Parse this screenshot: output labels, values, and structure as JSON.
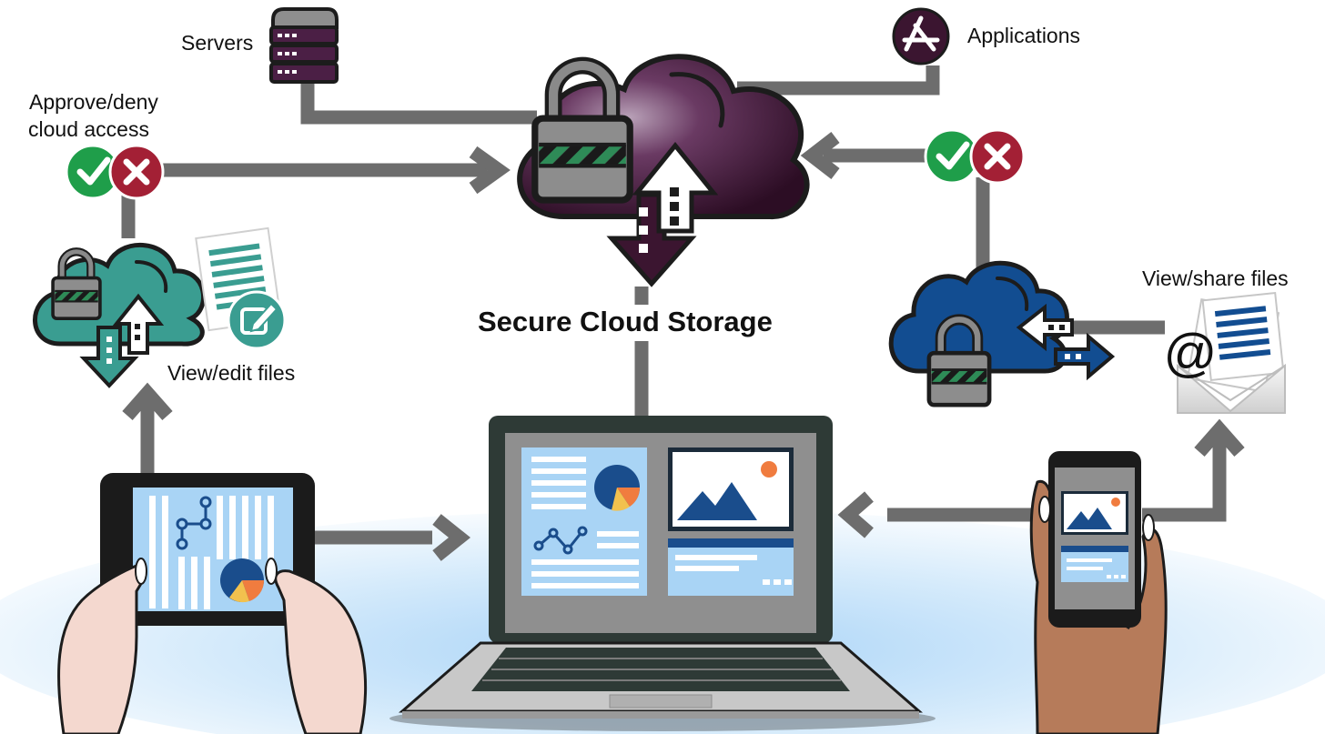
{
  "labels": {
    "servers": "Servers",
    "applications": "Applications",
    "approve_deny_line1": "Approve/deny",
    "approve_deny_line2": "cloud access",
    "secure_cloud_storage": "Secure Cloud Storage",
    "view_edit_files": "View/edit files",
    "view_share_files": "View/share files",
    "email_symbol": "@"
  },
  "icons": [
    "server-icon",
    "app-store-icon",
    "secure-cloud-icon",
    "padlock-icon",
    "check-icon",
    "deny-icon",
    "tablet-cloud-icon",
    "document-icon",
    "edit-icon",
    "email-cloud-icon",
    "email-envelope-icon",
    "tablet-device-icon",
    "laptop-icon",
    "phone-icon",
    "hand-icon"
  ],
  "colors": {
    "arrow_gray": "#6d6d6d",
    "cloud_purple": "#3b1530",
    "cloud_teal": "#3a9d91",
    "cloud_blue": "#124d91",
    "check_green": "#1f9e4a",
    "deny_red": "#a32035",
    "screen_blue": "#a9d4f5",
    "chart_navy": "#1a4d8c",
    "chart_orange": "#f07c3f",
    "chart_yellow": "#f2c14e",
    "lock_green": "#2e8b57"
  }
}
